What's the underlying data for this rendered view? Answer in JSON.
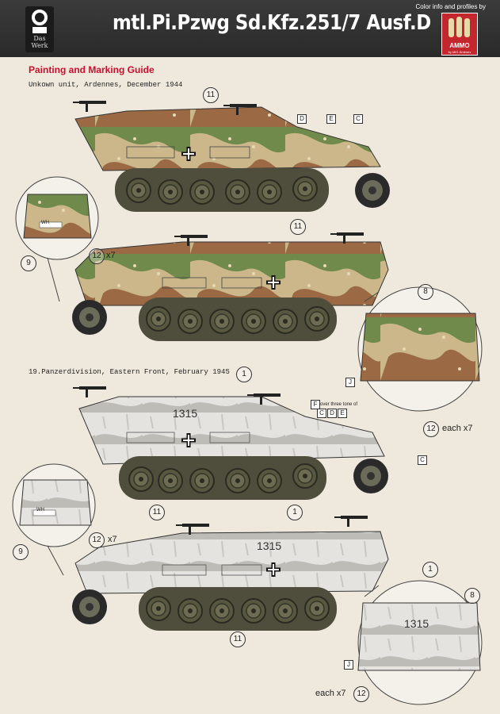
{
  "header": {
    "title": "mtl.Pi.Pzwg Sd.Kfz.251/7 Ausf.D",
    "left_brand": "Das Werk",
    "credit": "Color info and profiles by",
    "right_brand": "AMMO",
    "right_brand_sub": "by MiG Jiménez"
  },
  "guide_title": "Painting and Marking Guide",
  "scheme1": {
    "caption": "Unkown unit, Ardennes, December 1944",
    "callouts": [
      "11",
      "11",
      "9",
      "12",
      "8",
      "12"
    ],
    "letters": [
      "D",
      "E",
      "C",
      "J"
    ],
    "labels": [
      "x7",
      "each x7"
    ],
    "plate_text": "WH"
  },
  "scheme2": {
    "caption": "19.Panzerdivision, Eastern Front, February 1945",
    "callouts": [
      "1",
      "11",
      "9",
      "12",
      "1",
      "11",
      "1",
      "8",
      "12"
    ],
    "letters": [
      "F",
      "C",
      "D",
      "E",
      "C",
      "J"
    ],
    "tone_note": "over three tone of",
    "labels": [
      "x7",
      "each x7"
    ],
    "vehicle_number": "1315",
    "plate_text": "WH"
  },
  "colors": {
    "header_bg": "#2f2f2f",
    "accent_red": "#c8102e",
    "camo_green": "#6f8a4a",
    "camo_brown": "#9b6a45",
    "camo_sand": "#cbb78a",
    "winter_white": "#e4e3df"
  },
  "icons": [
    "das-werk-logo-icon",
    "ammo-logo-icon",
    "balkenkreuz-icon"
  ]
}
